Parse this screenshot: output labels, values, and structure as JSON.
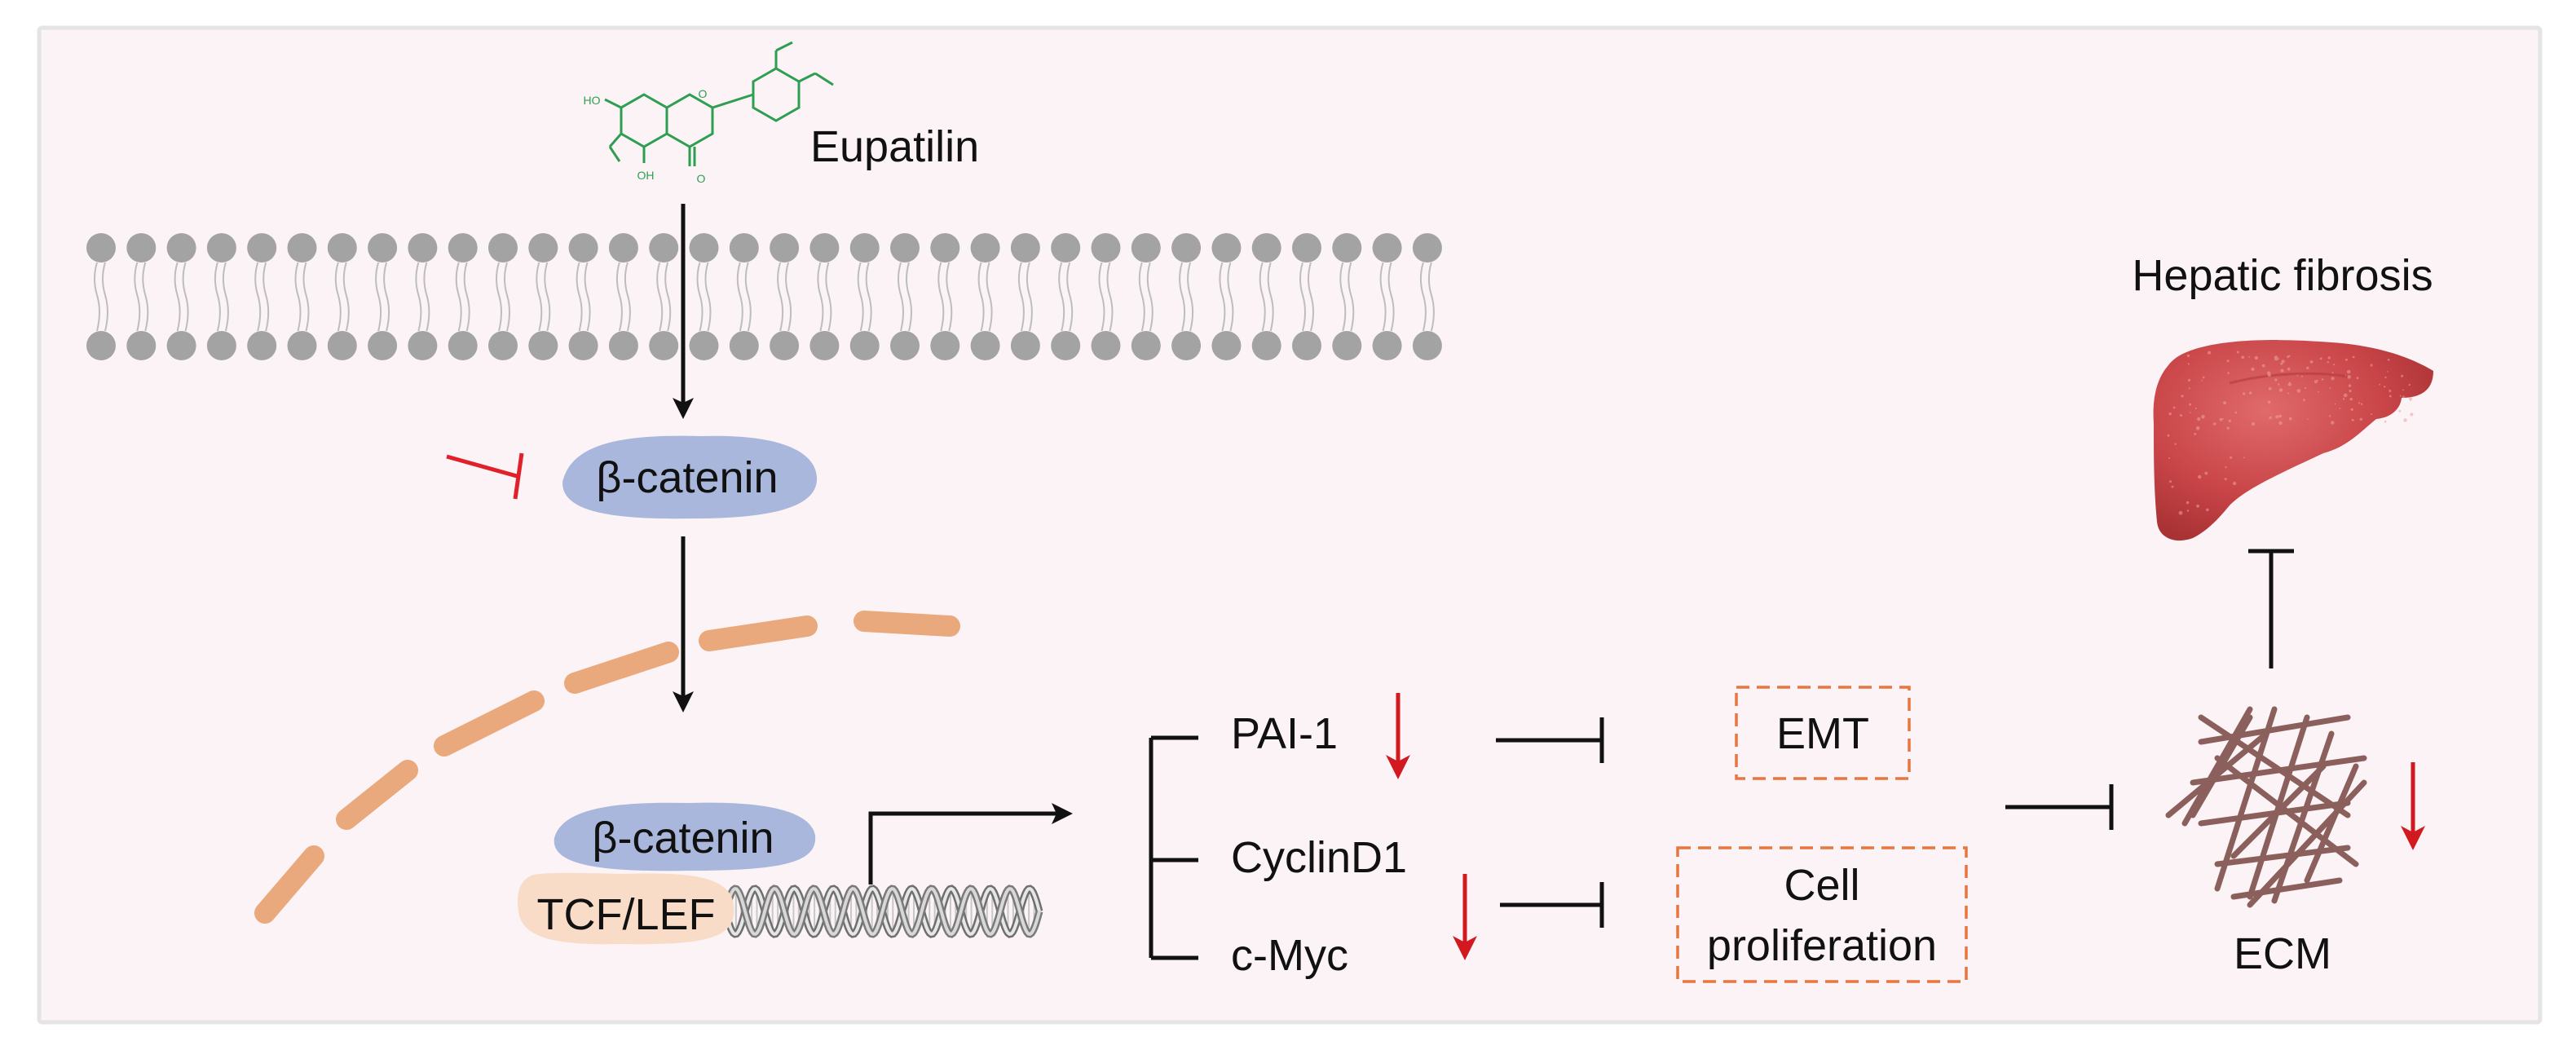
{
  "molecule": {
    "name": "Eupatilin",
    "labels": {
      "ho": "HO",
      "oh": "OH",
      "o_ring": "O",
      "o_keto": "O"
    }
  },
  "nodes": {
    "beta_catenin_cyto": "β-catenin",
    "beta_catenin_nuc": "β-catenin",
    "tcf_lef": "TCF/LEF",
    "pai1": "PAI-1",
    "cyclind1": "CyclinD1",
    "cmyc": "c-Myc",
    "emt": "EMT",
    "cell_prolif_line1": "Cell",
    "cell_prolif_line2": "proliferation",
    "ecm": "ECM",
    "hepatic_fibrosis": "Hepatic fibrosis"
  },
  "colors": {
    "background": "#fbf3f5",
    "frame": "#e4e4e4",
    "beta_catenin": "#a9b7dc",
    "tcf_lef": "#f8dcc8",
    "nuclear_membrane": "#eaa97c",
    "inhibit_red": "#e0202a",
    "down_arrow": "#d21920",
    "dashed_box": "#e8763e",
    "molecule_green": "#2e9e52",
    "lipid": "#a3a3a3",
    "liver": "#c9484a",
    "ecm_fiber": "#8b5f5c"
  }
}
